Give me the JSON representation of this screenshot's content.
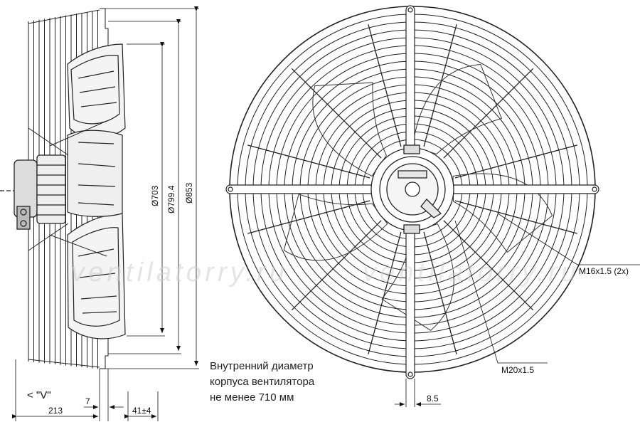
{
  "side_view": {
    "view_marker": "< \"V\"",
    "dims": {
      "d703": "Ø703",
      "d799": "Ø799.4",
      "d853": "Ø853",
      "w213": "213",
      "w7": "7",
      "w41": "41±4"
    }
  },
  "front_view": {
    "m16_label": "M16x1.5 (2x)",
    "m20_label": "M20x1.5",
    "gap_label": "8.5"
  },
  "note": {
    "line1": "Внутренний диаметр",
    "line2": "корпуса вентилятора",
    "line3": "не менее 710 мм"
  },
  "watermark": "ventilatorry.ru"
}
